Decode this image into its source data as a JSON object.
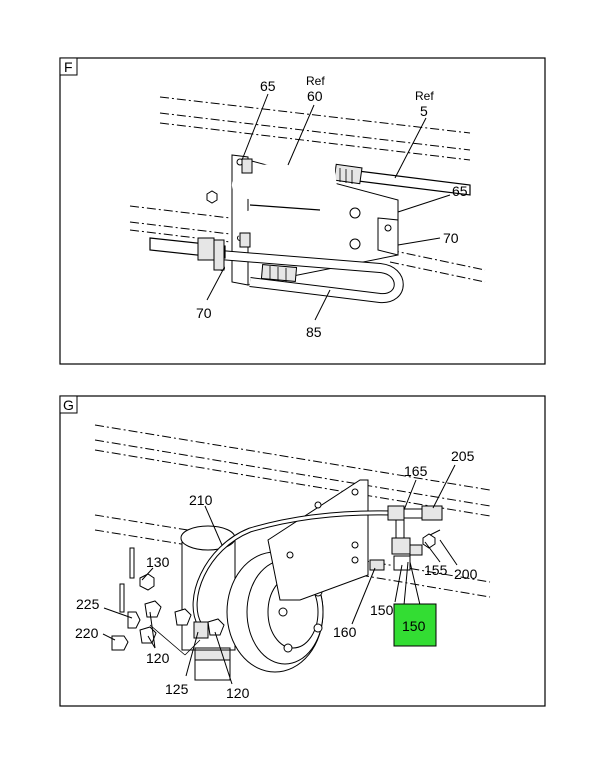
{
  "panel_f": {
    "letter": "F",
    "callouts": {
      "c65_top": "65",
      "ref60_word": "Ref",
      "ref60_num": "60",
      "ref5_word": "Ref",
      "ref5_num": "5",
      "c65_right": "65",
      "c70_right": "70",
      "c70_bottom": "70",
      "c85": "85"
    }
  },
  "panel_g": {
    "letter": "G",
    "callouts": {
      "c205": "205",
      "c165": "165",
      "c210": "210",
      "c130": "130",
      "c225": "225",
      "c220": "220",
      "c120_a": "120",
      "c125": "125",
      "c120_b": "120",
      "c155": "155",
      "c200": "200",
      "c150_a": "150",
      "c160": "160",
      "c150_highlight": "150"
    },
    "highlight_color": "#33dd33"
  }
}
